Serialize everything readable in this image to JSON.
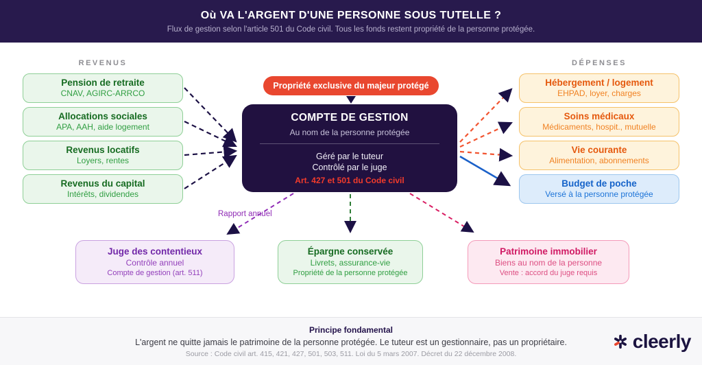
{
  "header": {
    "title": "Où VA L'ARGENT D'UNE PERSONNE SOUS TUTELLE ?",
    "subtitle": "Flux de gestion selon l'article 501 du Code civil. Tous les fonds restent propriété de la personne protégée."
  },
  "revenus": {
    "label": "REVENUS",
    "items": [
      {
        "title": "Pension de retraite",
        "subtitle": "CNAV, AGIRC-ARRCO"
      },
      {
        "title": "Allocations sociales",
        "subtitle": "APA, AAH, aide logement"
      },
      {
        "title": "Revenus locatifs",
        "subtitle": "Loyers, rentes"
      },
      {
        "title": "Revenus du capital",
        "subtitle": "Intérêts, dividendes"
      }
    ]
  },
  "depenses": {
    "label": "DÉPENSES",
    "items": [
      {
        "title": "Hébergement / logement",
        "subtitle": "EHPAD, loyer, charges"
      },
      {
        "title": "Soins médicaux",
        "subtitle": "Médicaments, hospit., mutuelle"
      },
      {
        "title": "Vie courante",
        "subtitle": "Alimentation, abonnements"
      },
      {
        "title": "Budget de poche",
        "subtitle": "Versé à la personne protégée"
      }
    ]
  },
  "center": {
    "badge": "Propriété exclusive du majeur protégé",
    "title": "COMPTE DE GESTION",
    "subtitle": "Au nom de la personne protégée",
    "line1": "Géré par le tuteur",
    "line2": "Contrôlé par le juge",
    "article": "Art. 427 et 501 du Code civil"
  },
  "flows": {
    "rapport_label": "Rapport annuel"
  },
  "bottom": {
    "items": [
      {
        "title": "Juge des contentieux",
        "line1": "Contrôle annuel",
        "line2": "Compte de gestion (art. 511)"
      },
      {
        "title": "Épargne conservée",
        "line1": "Livrets, assurance-vie",
        "line2": "Propriété de la personne protégée"
      },
      {
        "title": "Patrimoine immobilier",
        "line1": "Biens au nom de la personne",
        "line2": "Vente : accord du juge requis"
      }
    ]
  },
  "footer": {
    "principle_title": "Principe fondamental",
    "principle_text": "L'argent ne quitte jamais le patrimoine de la personne protégée. Le tuteur est un gestionnaire, pas un propriétaire.",
    "source": "Source : Code civil art. 415, 421, 427, 501, 503, 511. Loi du 5 mars 2007. Décret du 22 décembre 2008.",
    "logo_text": "cleerly"
  },
  "colors": {
    "header_bg": "#281a4d",
    "center_box_bg": "#211140",
    "badge_red": "#e9472f",
    "article_red": "#f23b2b",
    "green_border": "#8ecf96",
    "green_text": "#166b21",
    "orange_border": "#f5c169",
    "orange_text": "#e5590e",
    "blue_border": "#9cc6ee",
    "blue_text": "#1563c9",
    "purple_text": "#7127a8",
    "pink_text": "#d01a64",
    "arrow_navy": "#1c1145",
    "arrow_orange": "#f25430",
    "arrow_blue": "#1b61c9",
    "arrow_purple": "#8f2bb5",
    "arrow_green": "#2e7d36",
    "arrow_crimson": "#d91e63",
    "footer_bg": "#f7f7f9",
    "logo_navy": "#1b1340",
    "logo_red": "#e9472f"
  }
}
